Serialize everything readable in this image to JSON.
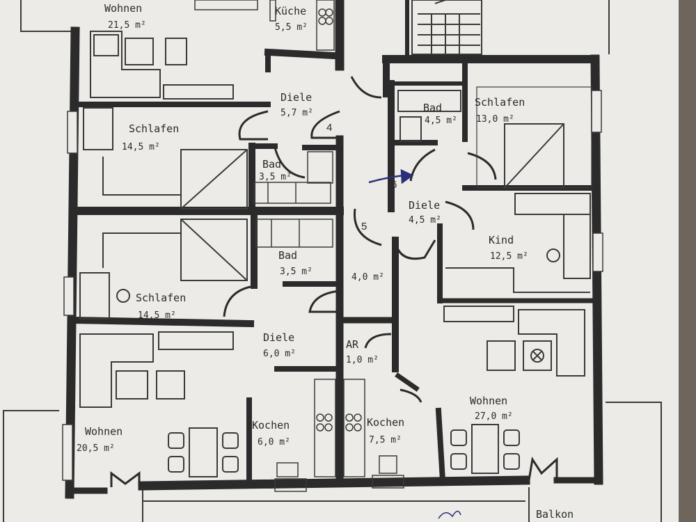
{
  "rooms": {
    "wohnen_tl": {
      "name": "Wohnen",
      "area": "21,5 m²"
    },
    "kueche_top": {
      "name": "Küche",
      "area": "5,5 m²"
    },
    "diele_top": {
      "name": "Diele",
      "area": "5,7 m²"
    },
    "schlafen_l1": {
      "name": "Schlafen",
      "area": "14,5 m²"
    },
    "bad_l1": {
      "name": "Bad",
      "area": "3,5 m²"
    },
    "bad_r": {
      "name": "Bad",
      "area": "4,5 m²"
    },
    "schlafen_r": {
      "name": "Schlafen",
      "area": "13,0 m²"
    },
    "diele_r": {
      "name": "Diele",
      "area": "4,5 m²"
    },
    "kind": {
      "name": "Kind",
      "area": "12,5 m²"
    },
    "bad_l2": {
      "name": "Bad",
      "area": "3,5 m²"
    },
    "flur_mid": {
      "area": "4,0 m²"
    },
    "schlafen_l2": {
      "name": "Schlafen",
      "area": "14,5 m²"
    },
    "diele_l": {
      "name": "Diele",
      "area": "6,0 m²"
    },
    "ar": {
      "name": "AR",
      "area": "1,0 m²"
    },
    "wohnen_bl": {
      "name": "Wohnen",
      "area": "20,5 m²"
    },
    "kochen_l": {
      "name": "Kochen",
      "area": "6,0 m²"
    },
    "kochen_r": {
      "name": "Kochen",
      "area": "7,5 m²"
    },
    "wohnen_br": {
      "name": "Wohnen",
      "area": "27,0 m²"
    },
    "balkon": {
      "name": "Balkon"
    }
  },
  "units": [
    "4",
    "5",
    "6"
  ],
  "colors": {
    "paper": "#ecebe7",
    "wall": "#2b2b2b",
    "line": "#3a3a3a",
    "marker": "#2c2e7a"
  }
}
